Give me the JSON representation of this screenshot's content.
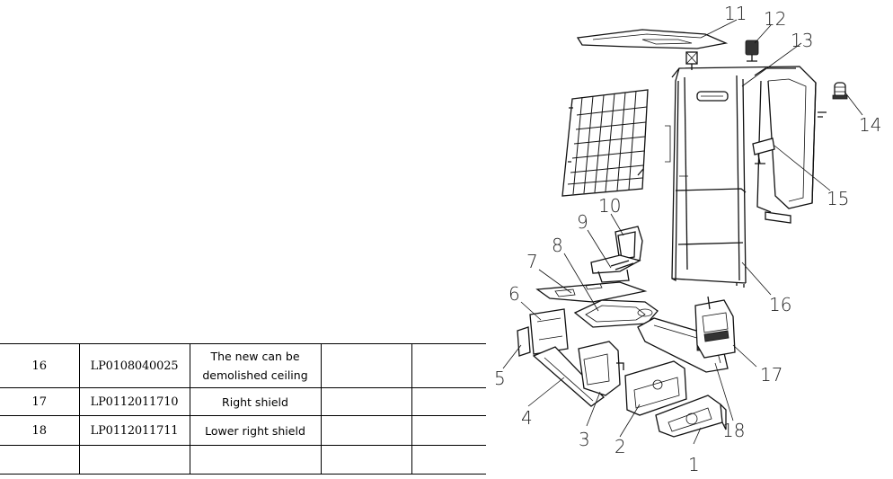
{
  "parts_table": {
    "rows": [
      {
        "no": "16",
        "code": "LP0108040025",
        "name": "The new can be demolished ceiling",
        "name_lines": [
          "The new can be",
          "demolished ceiling"
        ],
        "col4": "",
        "col5": ""
      },
      {
        "no": "17",
        "code": "LP0112011710",
        "name": "Right shield",
        "col4": "",
        "col5": ""
      },
      {
        "no": "18",
        "code": "LP0112011711",
        "name": "Lower right shield",
        "col4": "",
        "col5": ""
      },
      {
        "no": "",
        "code": "",
        "name": "",
        "col4": "",
        "col5": ""
      }
    ]
  },
  "drawing": {
    "callouts": [
      "1",
      "2",
      "3",
      "4",
      "5",
      "6",
      "7",
      "8",
      "9",
      "10",
      "11",
      "12",
      "13",
      "14",
      "15",
      "16",
      "17",
      "18"
    ]
  }
}
